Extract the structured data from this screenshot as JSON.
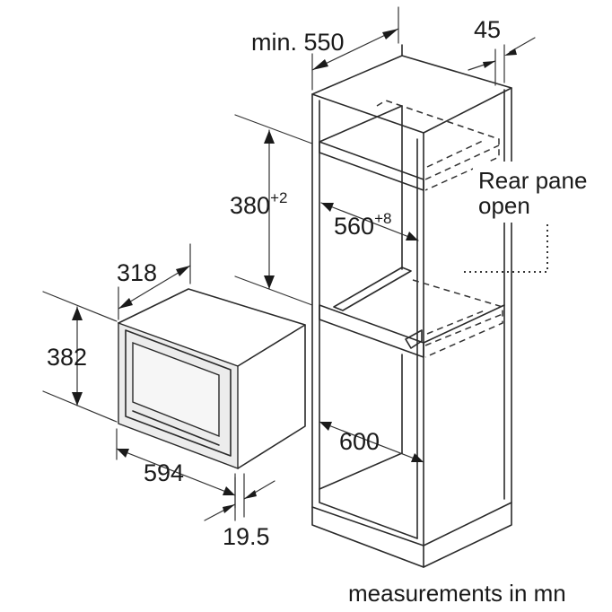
{
  "labels": {
    "cabinet_min_depth": "min. 550",
    "rear_gap": "45",
    "niche_height_base": "380",
    "niche_height_tol": "+2",
    "niche_width_base": "560",
    "niche_width_tol": "+8",
    "cabinet_width": "600",
    "appliance_depth": "318",
    "appliance_height": "382",
    "appliance_width": "594",
    "door_thickness": "19.5",
    "rear_panel_line1": "Rear pane",
    "rear_panel_line2": "open",
    "units_note": "measurements in mn"
  }
}
